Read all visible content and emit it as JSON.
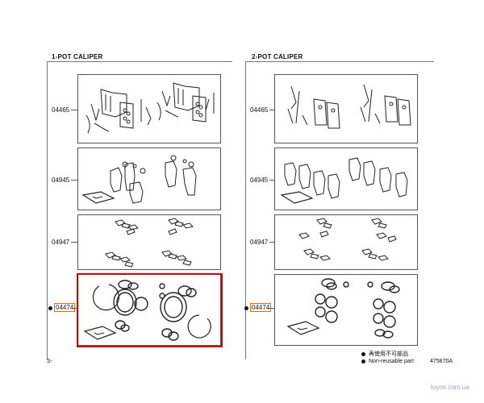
{
  "left": {
    "title": "1-POT CALIPER",
    "parts": [
      {
        "number": "04465",
        "marked": false
      },
      {
        "number": "04945",
        "marked": false
      },
      {
        "number": "04947",
        "marked": false
      },
      {
        "number": "04474",
        "marked": true
      }
    ]
  },
  "right": {
    "title": "2-POT CALIPER",
    "parts": [
      {
        "number": "04465",
        "marked": false
      },
      {
        "number": "04945",
        "marked": false
      },
      {
        "number": "04947",
        "marked": false
      },
      {
        "number": "04474",
        "marked": true
      }
    ]
  },
  "legend": {
    "line1": "再使用不可部品",
    "line2": "Non-reusable part"
  },
  "footer": {
    "prefix": "S-",
    "figure_code": "475870A",
    "watermark": "toyox.com.ua"
  },
  "colors": {
    "highlight": "#d10000",
    "label_box": "#e06a1b"
  }
}
